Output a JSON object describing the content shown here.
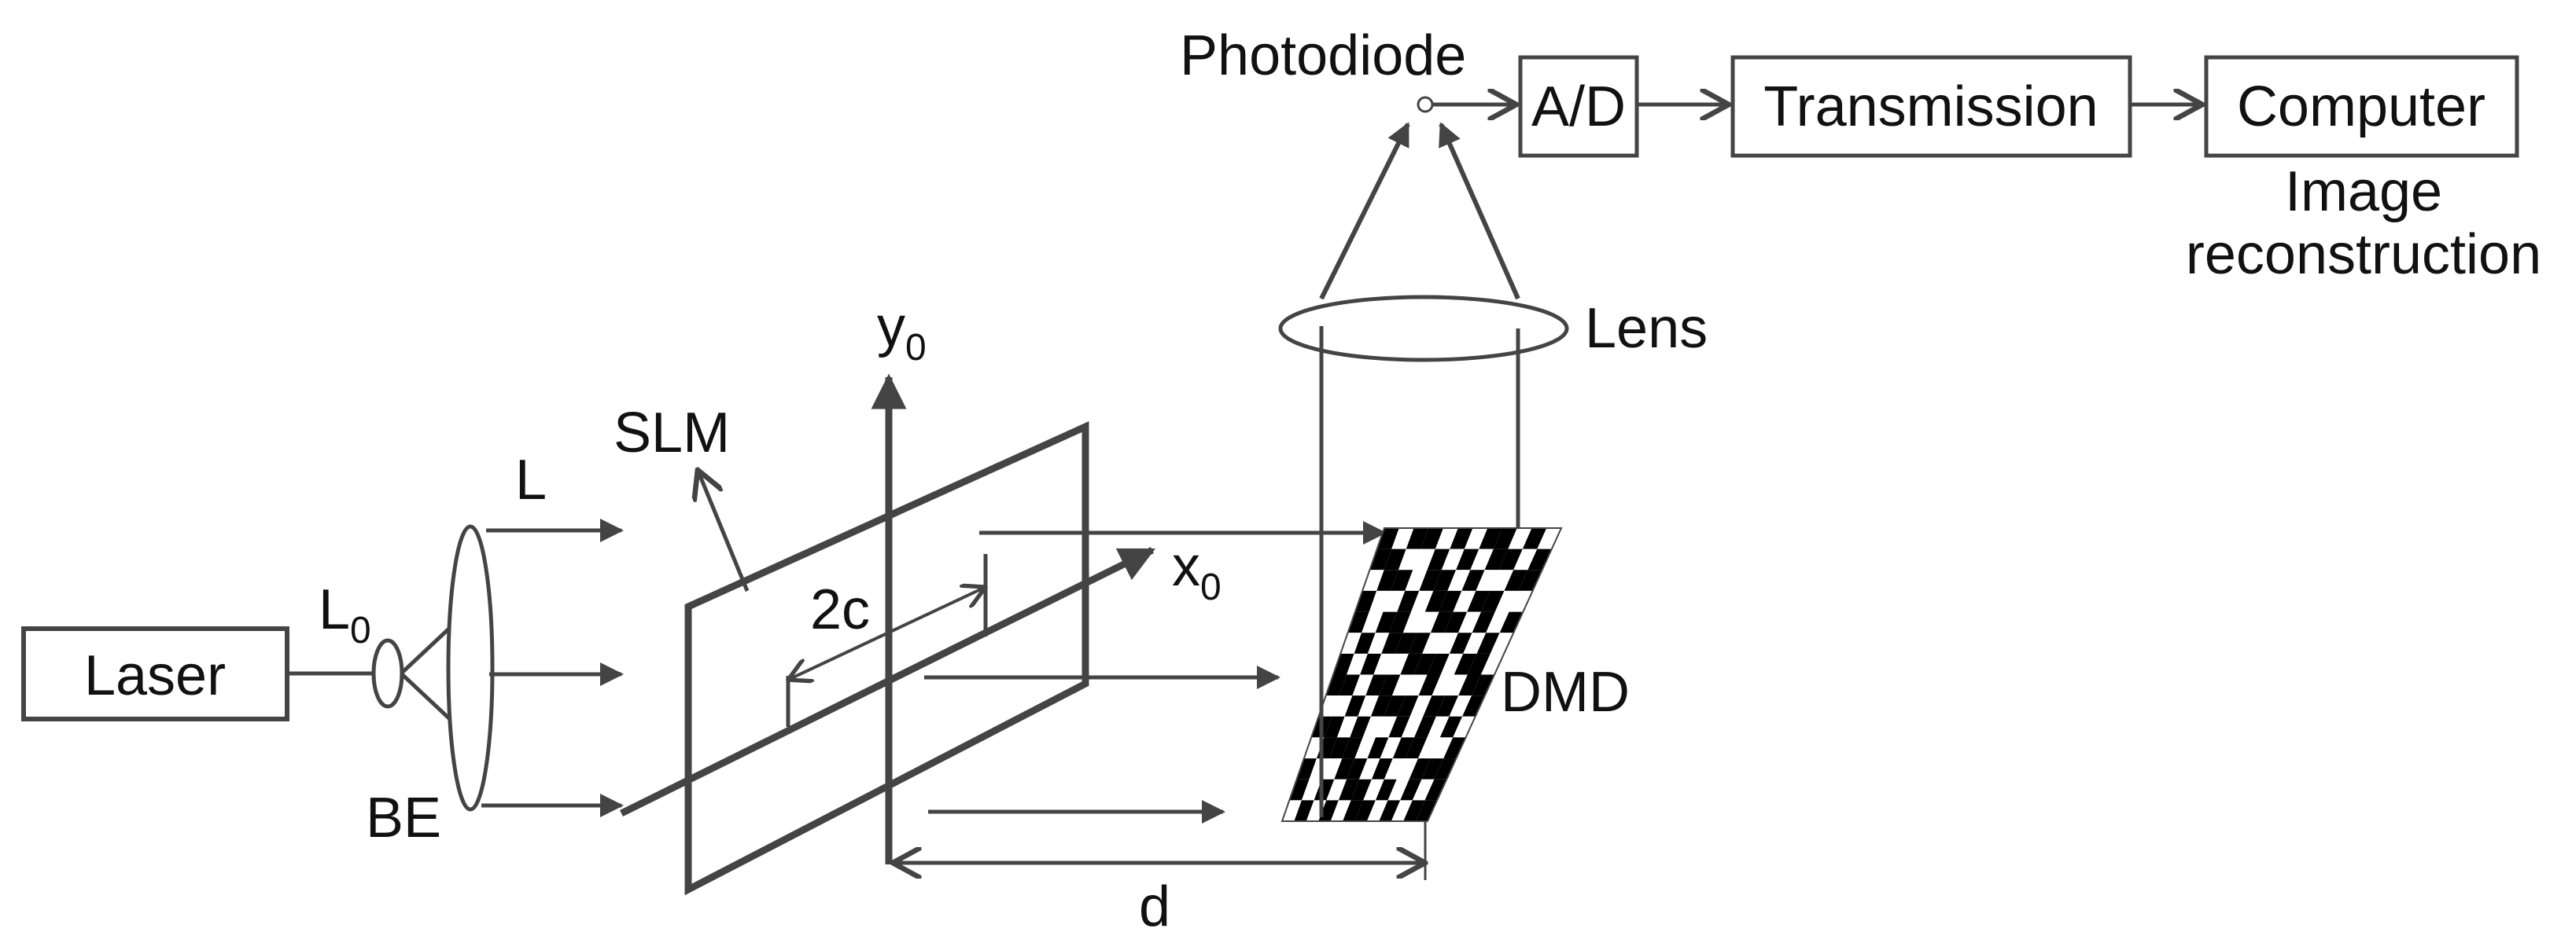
{
  "labels": {
    "laser": "Laser",
    "l0_main": "L",
    "l0_sub": "0",
    "be": "BE",
    "l": "L",
    "slm": "SLM",
    "y0_main": "y",
    "y0_sub": "0",
    "x0_main": "x",
    "x0_sub": "0",
    "two_c": "2c",
    "d": "d",
    "dmd": "DMD",
    "lens": "Lens",
    "photodiode": "Photodiode",
    "ad": "A/D",
    "transmission": "Transmission",
    "computer": "Computer",
    "image_reconstruction_line1": "Image",
    "image_reconstruction_line2": "reconstruction"
  },
  "dmd_pattern": {
    "cols": 12,
    "rows": 14,
    "cells": [
      "101101011010",
      "110010101101",
      "011011010011",
      "100101101100",
      "101100110101",
      "010111001010",
      "101001110110",
      "110110010011",
      "001011101101",
      "110100101010",
      "011101011001",
      "100110100111",
      "101011010101",
      "010101101011"
    ]
  },
  "colors": {
    "line": "#444444",
    "text": "#111111",
    "dmd_dark": "#000000",
    "dmd_light": "#ffffff"
  }
}
